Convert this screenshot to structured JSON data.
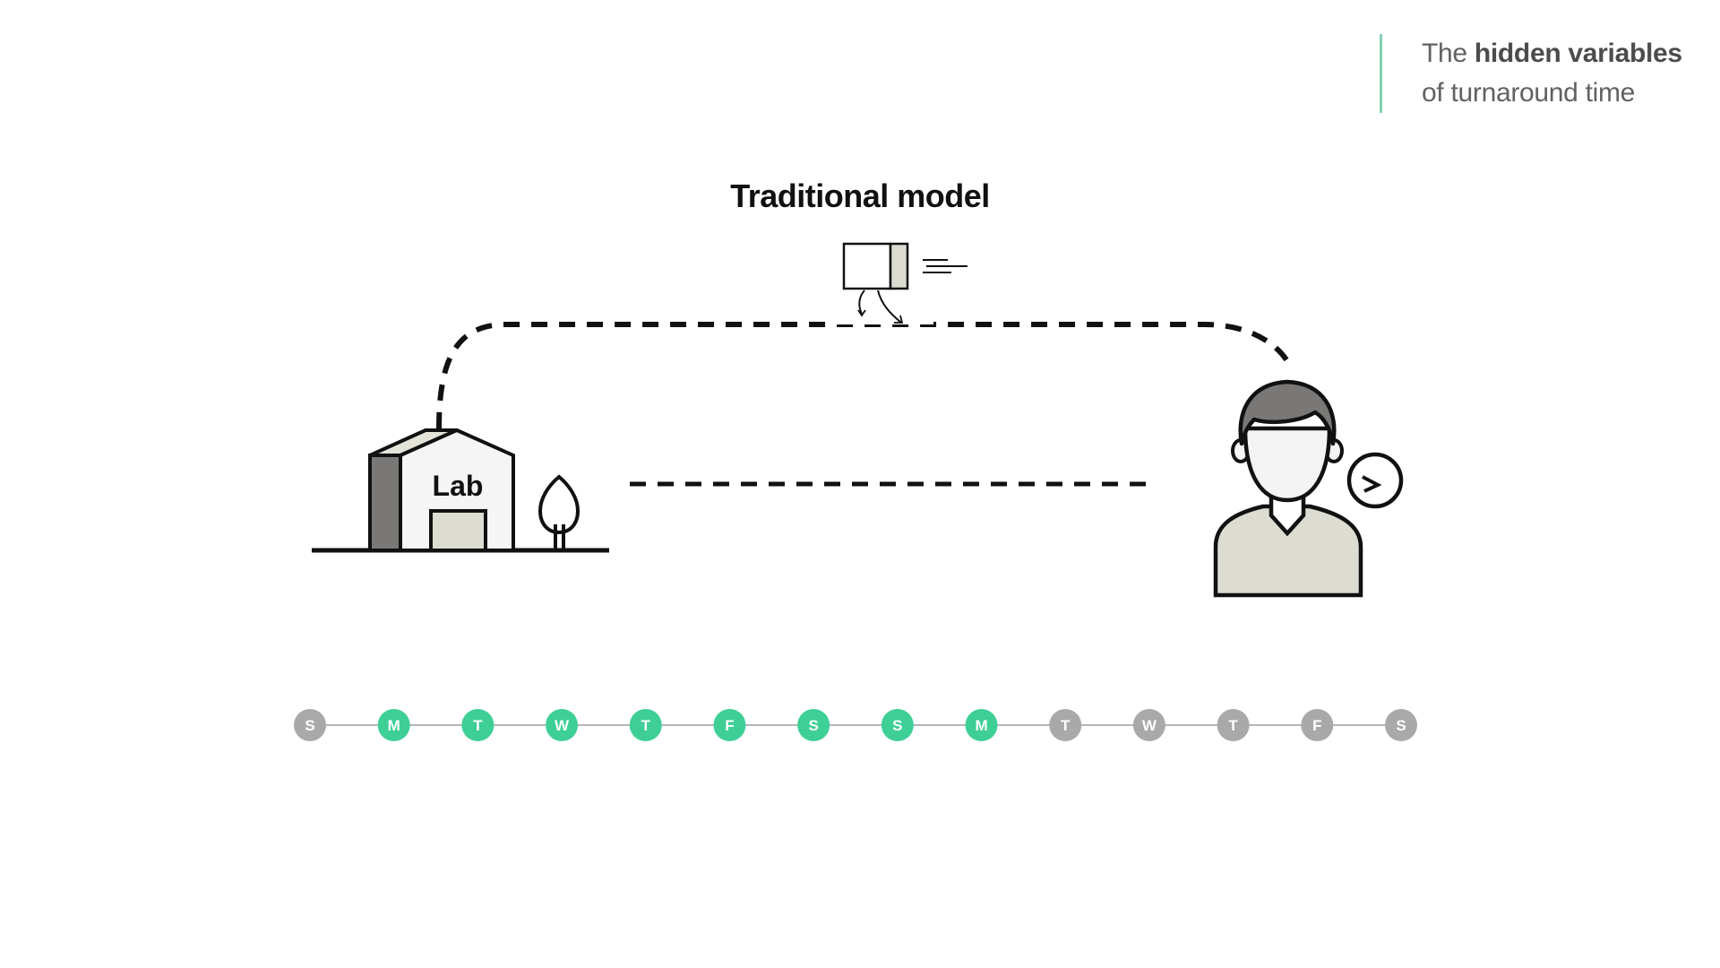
{
  "header": {
    "title_prefix": "The ",
    "title_bold": "hidden variables",
    "title_line2": "of turnaround time"
  },
  "diagram": {
    "title": "Traditional model",
    "lab_label": "Lab",
    "icons": [
      "lab-building-icon",
      "tree-icon",
      "shipping-box-icon",
      "person-icon",
      "clock-icon"
    ]
  },
  "timeline": {
    "active_color": "#3ecf96",
    "inactive_color": "#a9a9a9",
    "days": [
      {
        "label": "S",
        "active": false
      },
      {
        "label": "M",
        "active": true
      },
      {
        "label": "T",
        "active": true
      },
      {
        "label": "W",
        "active": true
      },
      {
        "label": "T",
        "active": true
      },
      {
        "label": "F",
        "active": true
      },
      {
        "label": "S",
        "active": true
      },
      {
        "label": "S",
        "active": true
      },
      {
        "label": "M",
        "active": true
      },
      {
        "label": "T",
        "active": false
      },
      {
        "label": "W",
        "active": false
      },
      {
        "label": "T",
        "active": false
      },
      {
        "label": "F",
        "active": false
      },
      {
        "label": "S",
        "active": false
      }
    ]
  }
}
